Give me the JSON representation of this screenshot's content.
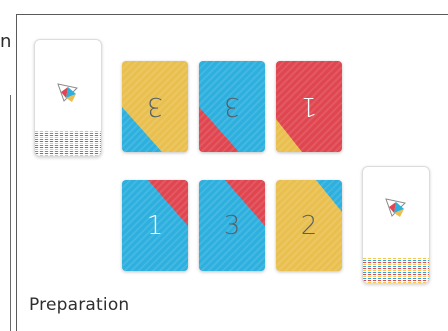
{
  "page": {
    "clipped_label": "n",
    "caption": "Preparation"
  },
  "decks": [
    {
      "name": "draw-deck-left",
      "mini_text": ""
    },
    {
      "name": "draw-deck-right",
      "mini_text": ""
    }
  ],
  "cards": [
    {
      "value": "3",
      "upside_down": true,
      "base": "#e9c04f",
      "accent": "#2eb0df",
      "accent_corner": "bottom-left"
    },
    {
      "value": "3",
      "upside_down": true,
      "base": "#2eb0df",
      "accent": "#e04650",
      "accent_corner": "bottom-left"
    },
    {
      "value": "1",
      "upside_down": true,
      "base": "#e04650",
      "accent": "#e9c04f",
      "accent_corner": "bottom-left"
    },
    {
      "value": "1",
      "upside_down": false,
      "base": "#2eb0df",
      "accent": "#e04650",
      "accent_corner": "top-right"
    },
    {
      "value": "3",
      "upside_down": false,
      "base": "#2eb0df",
      "accent": "#e04650",
      "accent_corner": "top-right"
    },
    {
      "value": "2",
      "upside_down": false,
      "base": "#e9c04f",
      "accent": "#2eb0df",
      "accent_corner": "top-right"
    }
  ],
  "colors": {
    "yellow": "#e9c04f",
    "blue": "#2eb0df",
    "red": "#e04650",
    "digit": "#55606a"
  }
}
